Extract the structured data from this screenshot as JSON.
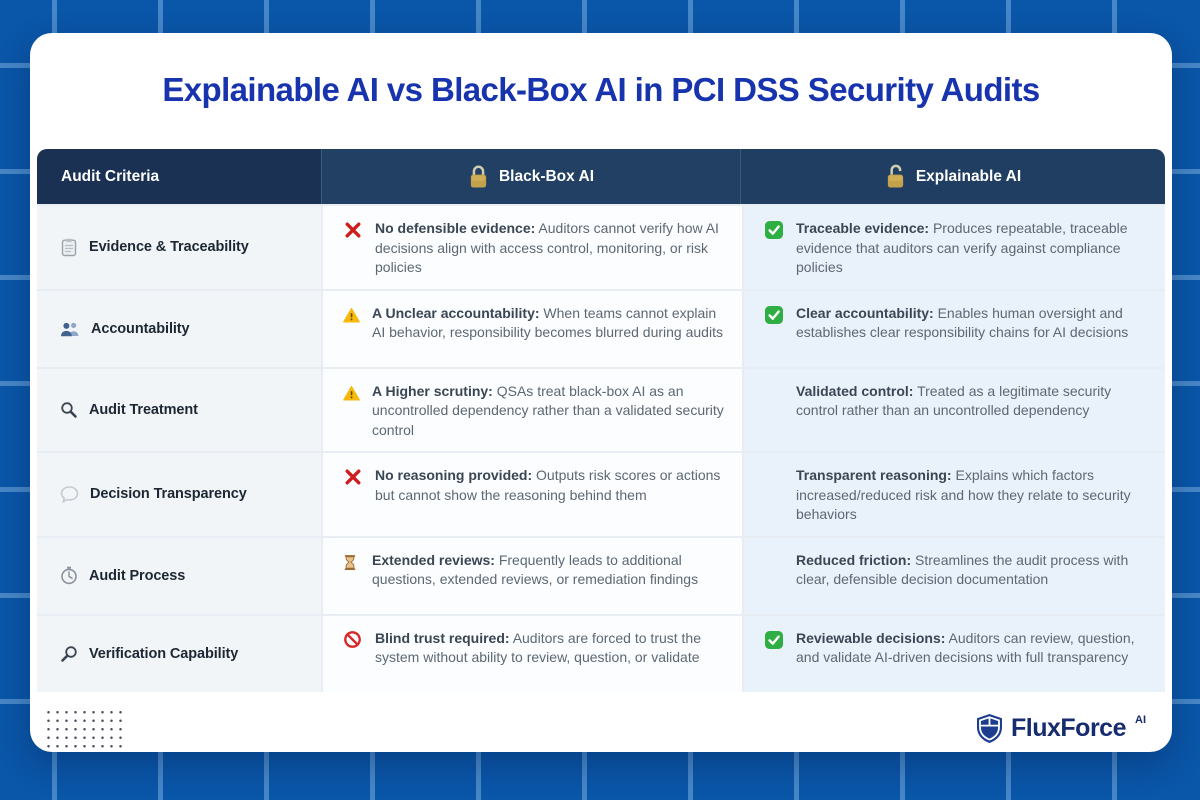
{
  "page": {
    "title": "Explainable AI vs Black-Box AI in PCI DSS Security Audits"
  },
  "table": {
    "columns": [
      {
        "label": "Audit Criteria",
        "icon": "none"
      },
      {
        "label": "Black-Box AI",
        "icon": "lock-closed-icon"
      },
      {
        "label": "Explainable AI",
        "icon": "lock-open-icon"
      }
    ],
    "rows": [
      {
        "criteria": "Evidence & Traceability",
        "criteria_icon": "clipboard-icon",
        "bb_icon": "cross-icon",
        "bb_title": "No defensible evidence:",
        "bb_text": "Auditors cannot verify how AI decisions align with access control, monitoring, or risk policies",
        "ex_icon": "check-icon",
        "ex_title": "Traceable evidence:",
        "ex_text": "Produces repeatable, traceable evidence that auditors can verify against compliance policies"
      },
      {
        "criteria": "Accountability",
        "criteria_icon": "people-icon",
        "bb_icon": "warning-icon",
        "bb_title": "A Unclear accountability:",
        "bb_text": "When teams cannot explain AI behavior, responsibility becomes blurred during audits",
        "ex_icon": "check-icon",
        "ex_title": "Clear accountability:",
        "ex_text": "Enables human oversight and establishes clear responsibility chains for AI decisions"
      },
      {
        "criteria": "Audit Treatment",
        "criteria_icon": "magnifier-icon",
        "bb_icon": "warning-icon",
        "bb_title": "A Higher scrutiny:",
        "bb_text": "QSAs treat black-box AI as an uncontrolled dependency rather than a validated security control",
        "ex_icon": "none",
        "ex_title": "Validated control:",
        "ex_text": "Treated as a legitimate security control rather than an uncontrolled dependency"
      },
      {
        "criteria": "Decision Transparency",
        "criteria_icon": "speech-bubble-icon",
        "bb_icon": "cross-icon",
        "bb_title": "No reasoning provided:",
        "bb_text": "Outputs risk scores or actions but cannot show the reasoning behind them",
        "ex_icon": "none",
        "ex_title": "Transparent reasoning:",
        "ex_text": "Explains which factors increased/reduced risk and how they relate to security behaviors"
      },
      {
        "criteria": "Audit Process",
        "criteria_icon": "stopwatch-icon",
        "bb_icon": "hourglass-icon",
        "bb_title": "Extended reviews:",
        "bb_text": "Frequently leads to additional questions, extended reviews, or remediation findings",
        "ex_icon": "none",
        "ex_title": "Reduced friction:",
        "ex_text": "Streamlines the audit process with clear, defensible decision documentation"
      },
      {
        "criteria": "Verification Capability",
        "criteria_icon": "magnifier-left-icon",
        "bb_icon": "no-entry-icon",
        "bb_title": "Blind trust required:",
        "bb_text": "Auditors are forced to trust the system without ability to review, question, or validate",
        "ex_icon": "check-icon",
        "ex_title": "Reviewable decisions:",
        "ex_text": "Auditors can review, question, and validate AI-driven decisions with full transparency"
      }
    ]
  },
  "footer": {
    "brand": "FluxForce",
    "brand_suffix": "AI"
  },
  "colors": {
    "background_blue": "#0a56a8",
    "grid_line_blue": "#4687c7",
    "title_blue": "#1733ad",
    "header_navy": "#1e3a5f",
    "criteria_cell_bg": "#f2f5f8",
    "blackbox_cell_bg": "#fbfdfe",
    "explainable_cell_bg": "#e9f1fa",
    "positive_green": "#2fae43",
    "negative_red": "#cf1d1d",
    "warning_yellow": "#f7b90c",
    "lock_gold": "#c2a24c",
    "brand_navy": "#172c6e"
  }
}
